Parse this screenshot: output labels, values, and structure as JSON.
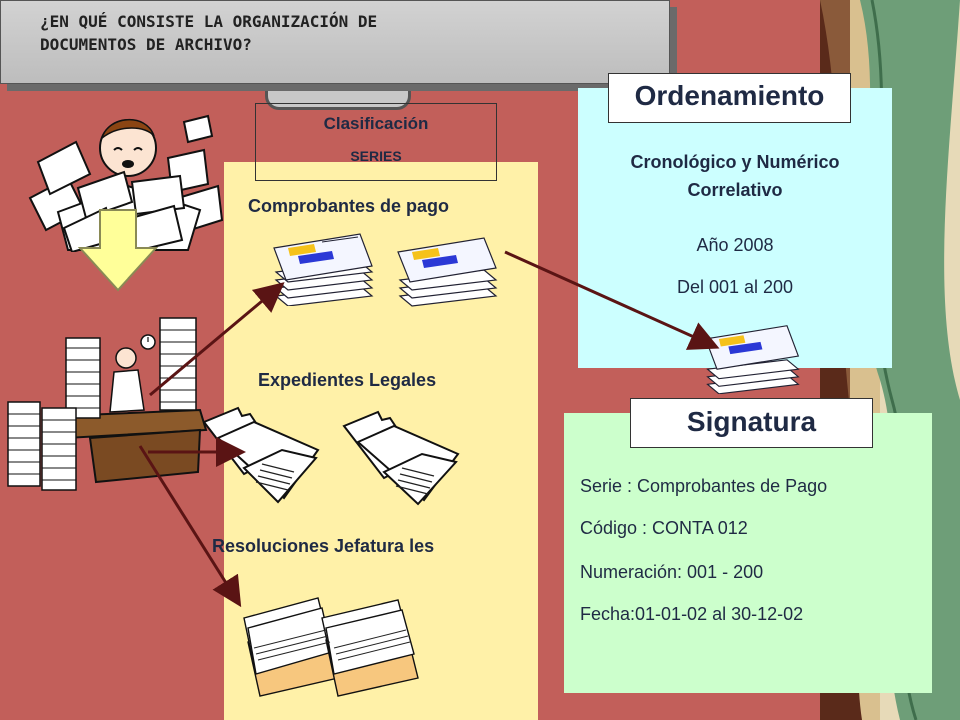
{
  "title": "¿EN QUÉ CONSISTE LA ORGANIZACIÓN DE\nDOCUMENTOS DE ARCHIVO?",
  "clasificacion": {
    "title": "Clasificación",
    "subtitle": "SERIES"
  },
  "series": [
    {
      "label": "Comprobantes de pago",
      "icon": "document-stack-icon"
    },
    {
      "label": "Expedientes Legales",
      "icon": "folder-icon"
    },
    {
      "label": "Resoluciones Jefatura les",
      "icon": "paper-pile-icon"
    }
  ],
  "ordenamiento": {
    "heading": "Ordenamiento",
    "criteria": "Cronológico y Numérico\nCorrelativo",
    "year": "Año 2008",
    "range": "Del 001 al 200"
  },
  "signatura": {
    "heading": "Signatura",
    "lines": [
      "Serie : Comprobantes de Pago",
      "Código : CONTA 012",
      "Numeración: 001 - 200",
      "Fecha:01-01-02 al 30-12-02"
    ]
  },
  "colors": {
    "background": "#C25F5A",
    "series_panel": "#FFF1A8",
    "ordenamiento_panel": "#CCFFFF",
    "signatura_panel": "#CCFFCC",
    "arrow": "#5A1414",
    "down_arrow": "#FFFF99"
  }
}
